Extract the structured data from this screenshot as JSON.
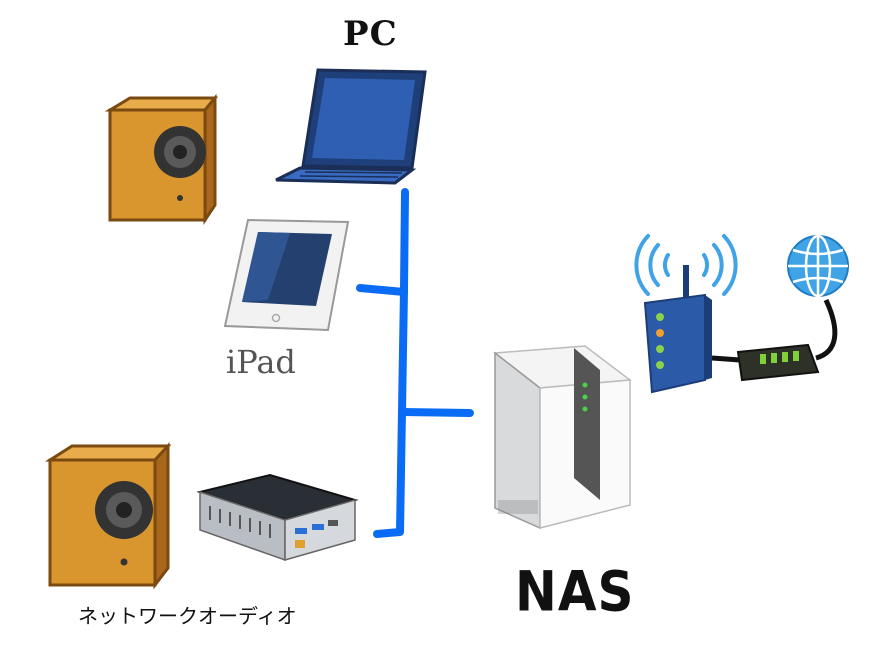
{
  "labels": {
    "pc": "PC",
    "ipad": "iPad",
    "nas": "NAS",
    "network_audio": "ネットワークオーディオ"
  },
  "colors": {
    "network_line": "#0a6cf5",
    "speaker_body": "#d9962e",
    "laptop": "#2b5aa8",
    "router": "#2b5aa8",
    "globe": "#3fa3e6"
  }
}
